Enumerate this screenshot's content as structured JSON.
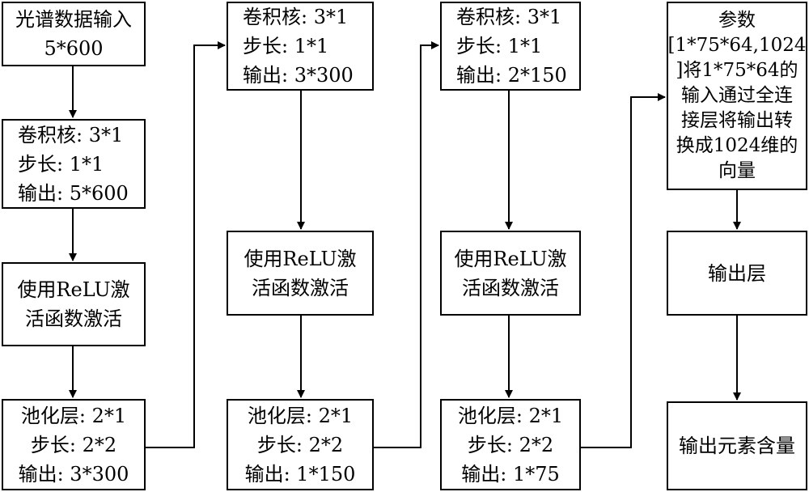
{
  "col1": {
    "input": [
      "光谱数据输入",
      "5*600"
    ],
    "conv": [
      "卷积核: 3*1",
      "步长: 1*1",
      "输出: 5*600"
    ],
    "relu": [
      "使用ReLU激",
      "活函数激活"
    ],
    "pool": [
      "池化层: 2*1",
      "步长: 2*2",
      "输出: 3*300"
    ]
  },
  "col2": {
    "conv": [
      "卷积核: 3*1",
      "步长: 1*1",
      "输出: 3*300"
    ],
    "relu": [
      "使用ReLU激",
      "活函数激活"
    ],
    "pool": [
      "池化层: 2*1",
      "步长: 2*2",
      "输出: 1*150"
    ]
  },
  "col3": {
    "conv": [
      "卷积核: 3*1",
      "步长: 1*1",
      "输出: 2*150"
    ],
    "relu": [
      "使用ReLU激",
      "活函数激活"
    ],
    "pool": [
      "池化层: 2*1",
      "步长: 2*2",
      "输出: 1*75"
    ]
  },
  "col4": {
    "fc": [
      "参数",
      "[1*75*64,1024",
      "]将1*75*64的",
      "输入通过全连",
      "接层将输出转",
      "换成1024维的",
      "向量"
    ],
    "output_layer": [
      "输出层"
    ],
    "final": [
      "输出元素含量"
    ]
  }
}
